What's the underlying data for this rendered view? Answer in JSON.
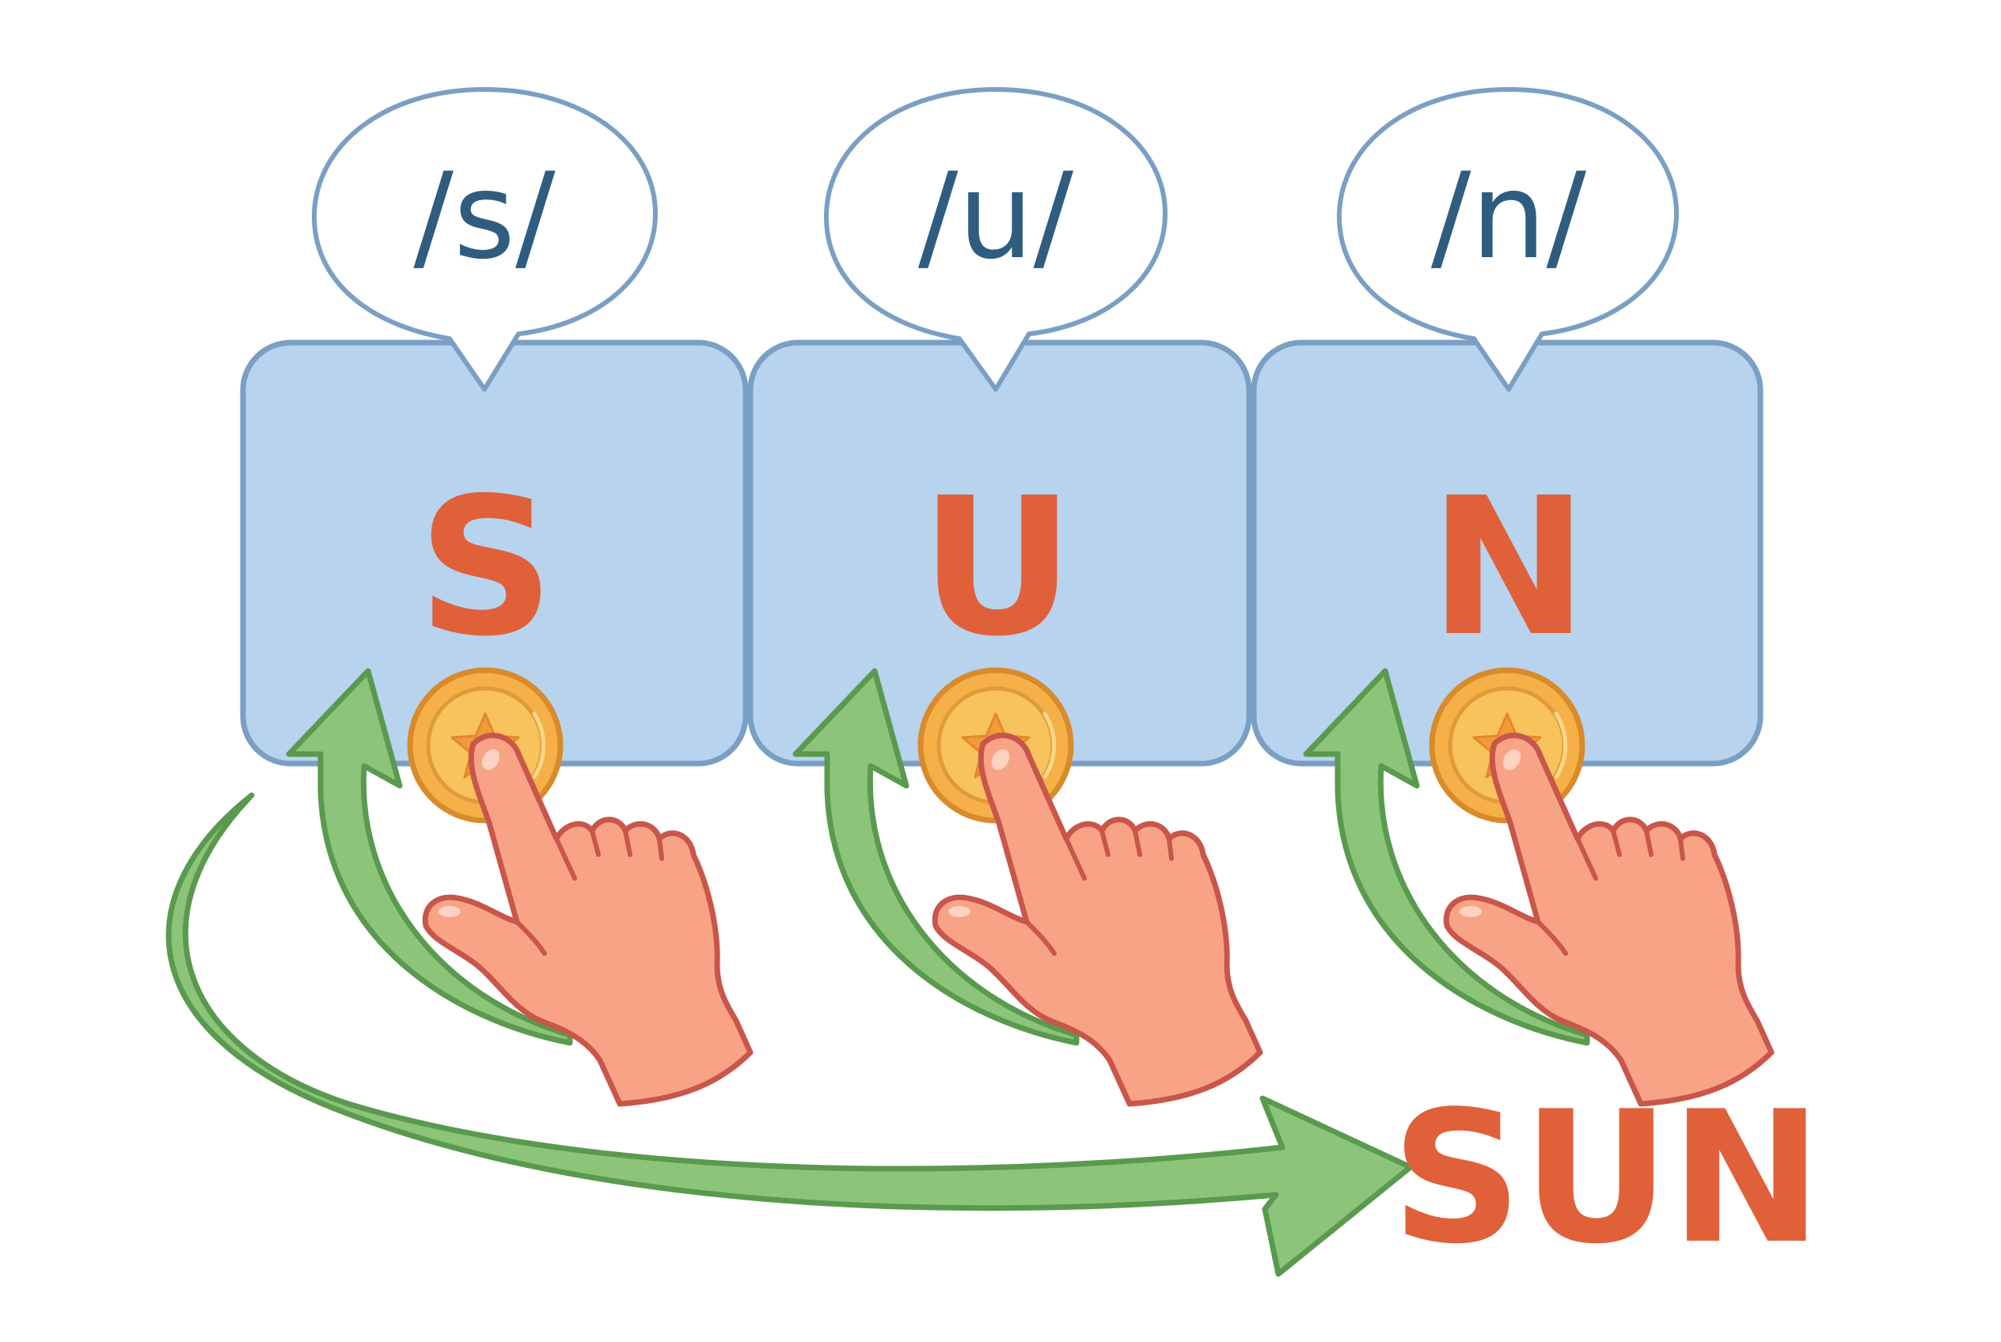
{
  "tiles": [
    {
      "letter": "S",
      "sound": "/s/"
    },
    {
      "letter": "U",
      "sound": "/u/"
    },
    {
      "letter": "N",
      "sound": "/n/"
    }
  ],
  "word": "SUN",
  "colors": {
    "tile_fill": "#b7d3ee",
    "tile_stroke": "#7a9fc4",
    "bubble_stroke": "#7a9fc4",
    "sound_text": "#2f5d80",
    "letter": "#e0603a",
    "arrow_fill": "#8cc47a",
    "arrow_stroke": "#5a9a4e",
    "coin_outer": "#f5b048",
    "coin_inner": "#f8c25c",
    "coin_stroke": "#d98a2a",
    "hand_fill": "#f9a386",
    "hand_stroke": "#c9564a"
  },
  "icons": {
    "speech_bubble": "speech-bubble-icon",
    "coin": "star-coin-icon",
    "hand": "pointing-hand-icon",
    "arrow": "curved-arrow-icon"
  }
}
